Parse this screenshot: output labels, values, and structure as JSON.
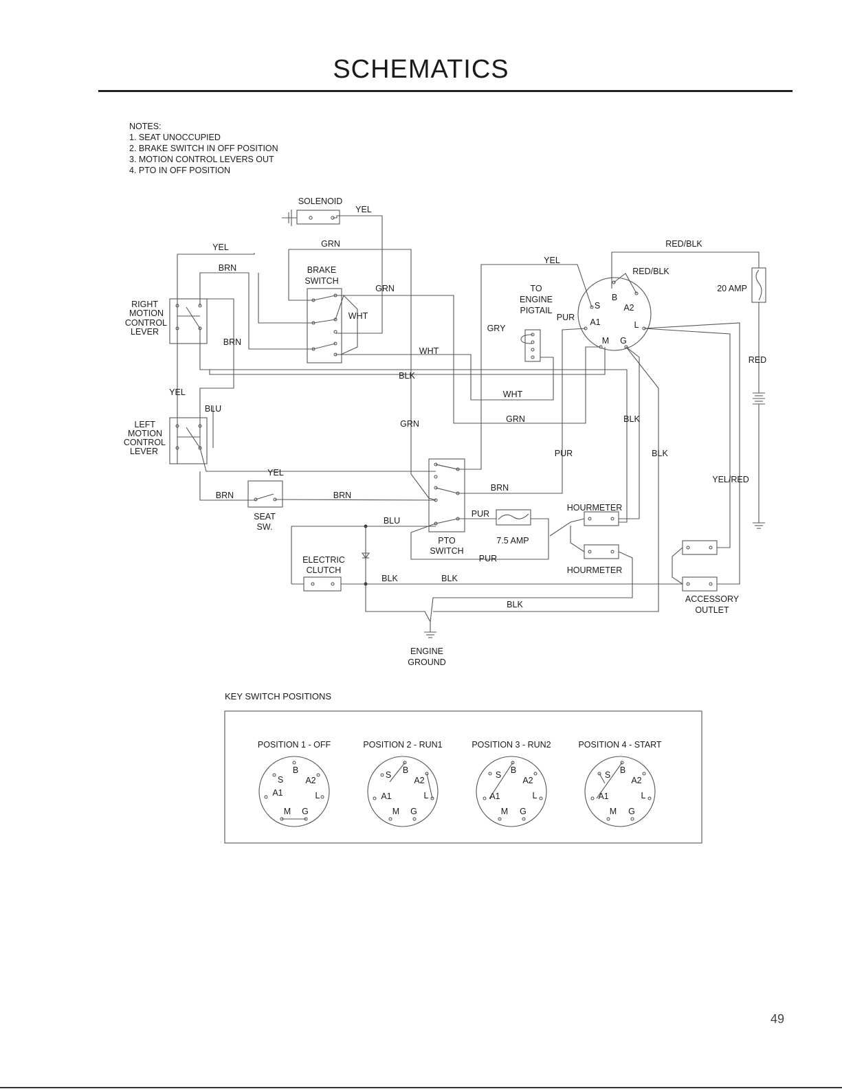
{
  "page": {
    "title": "SCHEMATICS",
    "page_number": "49"
  },
  "notes": {
    "heading": "NOTES:",
    "items": [
      "1. SEAT UNOCCUPIED",
      "2. BRAKE SWITCH IN OFF POSITION",
      "3. MOTION CONTROL LEVERS OUT",
      "4. PTO IN OFF POSITION"
    ]
  },
  "components": {
    "solenoid": "SOLENOID",
    "brake_switch": [
      "BRAKE",
      "SWITCH"
    ],
    "right_lever": [
      "RIGHT",
      "MOTION",
      "CONTROL",
      "LEVER"
    ],
    "left_lever": [
      "LEFT",
      "MOTION",
      "CONTROL",
      "LEVER"
    ],
    "seat_switch": [
      "SEAT",
      "SW."
    ],
    "electric_clutch": [
      "ELECTRIC",
      "CLUTCH"
    ],
    "pto_switch": [
      "PTO",
      "SWITCH"
    ],
    "engine_pigtail": [
      "TO",
      "ENGINE",
      "PIGTAIL"
    ],
    "fuse_20": "20 AMP",
    "fuse_7_5": "7.5 AMP",
    "hourmeter_1": "HOURMETER",
    "hourmeter_2": "HOURMETER",
    "accessory_outlet": [
      "ACCESSORY",
      "OUTLET"
    ],
    "engine_ground": [
      "ENGINE",
      "GROUND"
    ]
  },
  "key_switch_terminals": {
    "s": "S",
    "b": "B",
    "a2": "A2",
    "a1": "A1",
    "l": "L",
    "m": "M",
    "g": "G"
  },
  "wire_labels": {
    "yel_solenoid": "YEL",
    "yel_top": "YEL",
    "grn_top": "GRN",
    "brn_top": "BRN",
    "grn_brake": "GRN",
    "wht_brake": "WHT",
    "brn_right": "BRN",
    "wht_mid": "WHT",
    "blk_mid": "BLK",
    "wht_low": "WHT",
    "grn_center": "GRN",
    "grn_right": "GRN",
    "yel_left": "YEL",
    "blu_left": "BLU",
    "yel_bottom": "YEL",
    "brn_seat_left": "BRN",
    "brn_seat_right": "BRN",
    "brn_pto": "BRN",
    "pur_pto": "PUR",
    "blu_clutch": "BLU",
    "pur_low": "PUR",
    "blk_clutch_1": "BLK",
    "blk_clutch_2": "BLK",
    "blk_ground": "BLK",
    "yel_key": "YEL",
    "red_blk_top": "RED/BLK",
    "red_blk_key": "RED/BLK",
    "pur_key": "PUR",
    "gry": "GRY",
    "pur_right": "PUR",
    "blk_right_1": "BLK",
    "blk_right_2": "BLK",
    "red": "RED",
    "yel_red": "YEL/RED"
  },
  "key_switch_positions": {
    "heading": "KEY SWITCH POSITIONS",
    "positions": [
      "POSITION 1 - OFF",
      "POSITION 2 - RUN1",
      "POSITION 3 - RUN2",
      "POSITION 4 - START"
    ]
  }
}
